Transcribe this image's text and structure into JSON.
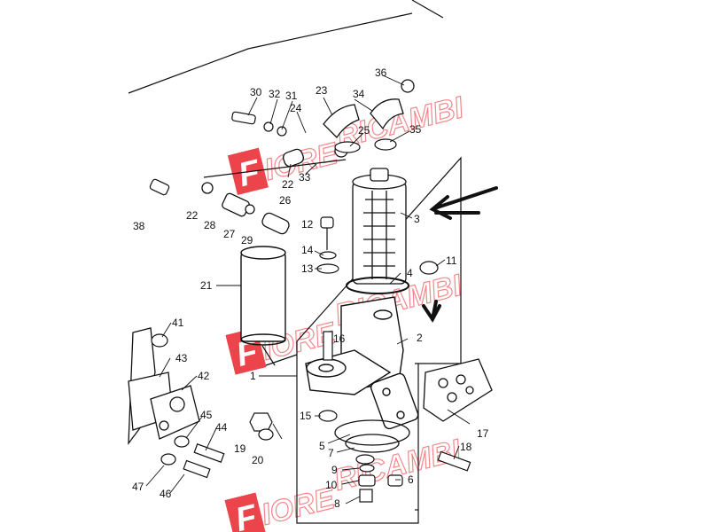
{
  "diagram": {
    "watermark_colour": "#e8242b",
    "ink_colour": "#111111",
    "parts": [
      {
        "key": "p30",
        "label": "30"
      },
      {
        "key": "p32",
        "label": "32"
      },
      {
        "key": "p31",
        "label": "31"
      },
      {
        "key": "p24",
        "label": "24"
      },
      {
        "key": "p23",
        "label": "23"
      },
      {
        "key": "p34",
        "label": "34"
      },
      {
        "key": "p36",
        "label": "36"
      },
      {
        "key": "p25",
        "label": "25"
      },
      {
        "key": "p35",
        "label": "35"
      },
      {
        "key": "p22a",
        "label": "22"
      },
      {
        "key": "p33",
        "label": "33"
      },
      {
        "key": "p22b",
        "label": "22"
      },
      {
        "key": "p28",
        "label": "28"
      },
      {
        "key": "p27",
        "label": "27"
      },
      {
        "key": "p29",
        "label": "29"
      },
      {
        "key": "p26",
        "label": "26"
      },
      {
        "key": "p38",
        "label": "38"
      },
      {
        "key": "p12",
        "label": "12"
      },
      {
        "key": "p3",
        "label": "3"
      },
      {
        "key": "p14",
        "label": "14"
      },
      {
        "key": "p13",
        "label": "13"
      },
      {
        "key": "p11",
        "label": "11"
      },
      {
        "key": "p4",
        "label": "4"
      },
      {
        "key": "p21",
        "label": "21"
      },
      {
        "key": "p41",
        "label": "41"
      },
      {
        "key": "p16",
        "label": "16"
      },
      {
        "key": "p2",
        "label": "2"
      },
      {
        "key": "p43",
        "label": "43"
      },
      {
        "key": "p42",
        "label": "42"
      },
      {
        "key": "p1",
        "label": "1"
      },
      {
        "key": "p15",
        "label": "15"
      },
      {
        "key": "p45",
        "label": "45"
      },
      {
        "key": "p44",
        "label": "44"
      },
      {
        "key": "p19",
        "label": "19"
      },
      {
        "key": "p20",
        "label": "20"
      },
      {
        "key": "p5",
        "label": "5"
      },
      {
        "key": "p7",
        "label": "7"
      },
      {
        "key": "p17",
        "label": "17"
      },
      {
        "key": "p18",
        "label": "18"
      },
      {
        "key": "p9",
        "label": "9"
      },
      {
        "key": "p10",
        "label": "10"
      },
      {
        "key": "p6",
        "label": "6"
      },
      {
        "key": "p8",
        "label": "8"
      },
      {
        "key": "p47",
        "label": "47"
      },
      {
        "key": "p46",
        "label": "46"
      }
    ]
  }
}
